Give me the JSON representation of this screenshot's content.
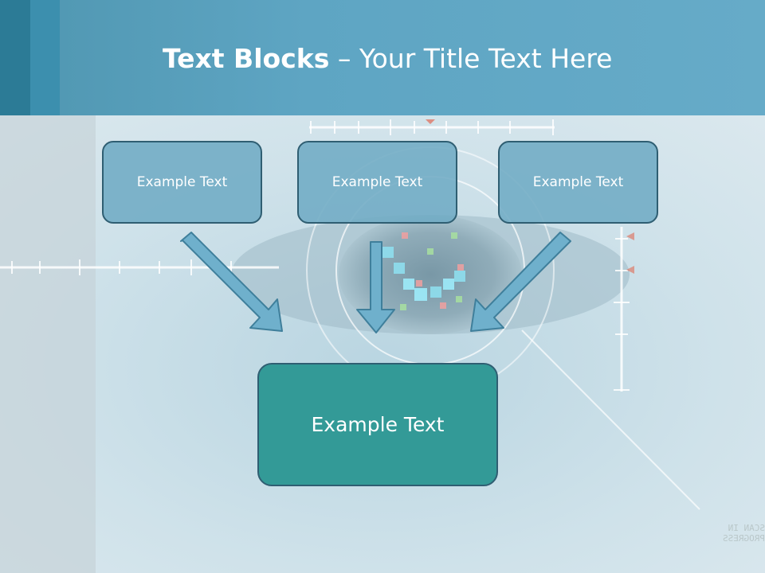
{
  "slide": {
    "title_bold": "Text Blocks",
    "title_dash": " – ",
    "title_rest": "Your Title Text Here"
  },
  "blocks": {
    "top": [
      "Example Text",
      "Example Text",
      "Example Text"
    ],
    "bottom": "Example Text"
  },
  "colors": {
    "header": "#5ea5c3",
    "top_box_fill": "#6fabc4",
    "bottom_box_fill": "#339a97",
    "box_border": "#2f5e72",
    "arrow_fill": "#6fb0cc"
  },
  "background": {
    "watermark": "SCAN IN PROGRESS"
  }
}
